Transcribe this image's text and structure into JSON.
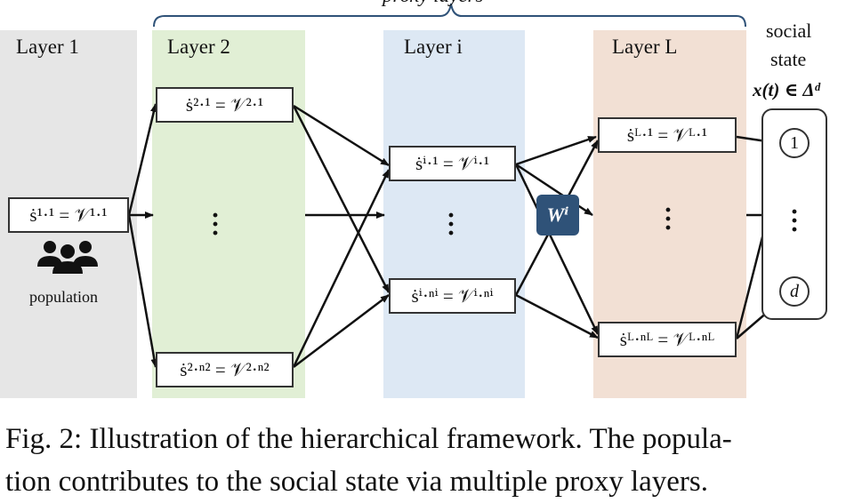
{
  "top_brace_label": "proxy layers",
  "layers": {
    "l1": "Layer  1",
    "l2": "Layer  2",
    "li": "Layer  i",
    "lL": "Layer  L"
  },
  "nodes": {
    "n11": "ṡ¹·¹ = 𝒱¹·¹",
    "n21": "ṡ²·¹ = 𝒱²·¹",
    "n2n": "ṡ²·ⁿ² = 𝒱²·ⁿ²",
    "ni1": "ṡⁱ·¹ = 𝒱ⁱ·¹",
    "nin": "ṡⁱ·ⁿⁱ = 𝒱ⁱ·ⁿⁱ",
    "nL1": "ṡᴸ·¹ = 𝒱ᴸ·¹",
    "nLn": "ṡᴸ·ⁿᴸ = 𝒱ᴸ·ⁿᴸ"
  },
  "population_label": "population",
  "weight_label": "Wⁱ",
  "social_state": {
    "line1": "social",
    "line2": "state",
    "line3": "x(t) ∈ Δᵈ",
    "first": "1",
    "last": "d"
  },
  "caption": {
    "line1": "Fig. 2: Illustration of the hierarchical framework. The popula-",
    "line2": "tion contributes to the social state via multiple proxy layers."
  },
  "colors": {
    "layer1": "#e6e6e6",
    "layer2": "#e1efd5",
    "layeri": "#dde8f4",
    "layerL": "#f2e0d4",
    "weight": "#2f5278"
  }
}
